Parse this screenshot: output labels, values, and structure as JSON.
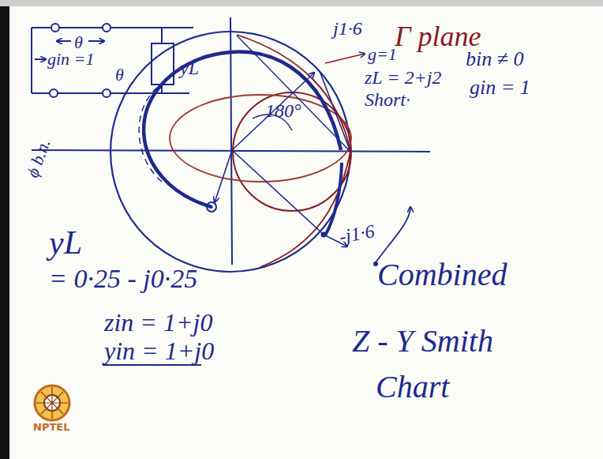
{
  "diagram": {
    "labels": [
      "θ",
      "gin =1",
      "yL",
      "θ",
      "ϕ b.n.",
      "j1·6",
      "Γ plane",
      "g=1",
      "zL = 2+j2",
      "Short·",
      "180°",
      "-j1·6",
      "bin ≠ 0",
      "gin = 1",
      "yL",
      "= 0·25 - j0·25",
      "Combined",
      "Z - Y Smith",
      "Chart",
      "zin = 1+j0",
      "yin = 1+j0",
      "NPTEL"
    ]
  }
}
